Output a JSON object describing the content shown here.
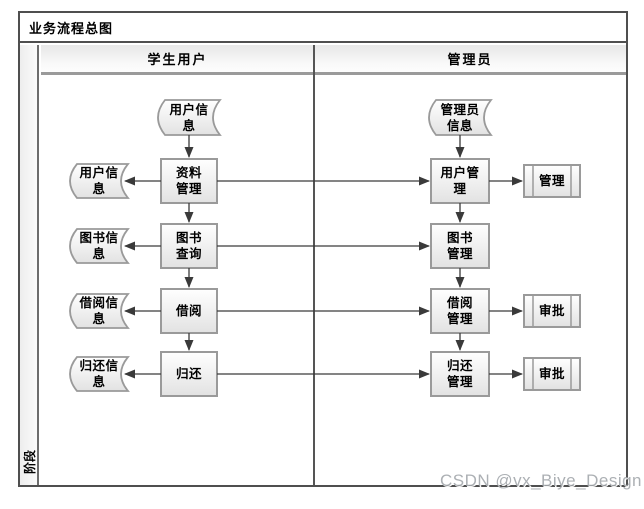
{
  "title": "业务流程总图",
  "phase_label": "阶段",
  "lanes": [
    {
      "label": "学生用户"
    },
    {
      "label": "管理员"
    }
  ],
  "nodes": {
    "d_user_top": {
      "type": "stored-data",
      "label": "用户信\n息"
    },
    "d_admin_top": {
      "type": "stored-data",
      "label": "管理员\n信息"
    },
    "d_user_left": {
      "type": "stored-data",
      "label": "用户信\n息"
    },
    "d_book_left": {
      "type": "stored-data",
      "label": "图书信\n息"
    },
    "d_borrow_left": {
      "type": "stored-data",
      "label": "借阅信\n息"
    },
    "d_return_left": {
      "type": "stored-data",
      "label": "归还信\n息"
    },
    "p_profile": {
      "type": "process",
      "label": "资料\n管理"
    },
    "p_book_query": {
      "type": "process",
      "label": "图书\n查询"
    },
    "p_borrow": {
      "type": "process",
      "label": "借阅"
    },
    "p_return": {
      "type": "process",
      "label": "归还"
    },
    "p_user_mgmt": {
      "type": "process",
      "label": "用户管\n理"
    },
    "p_book_mgmt": {
      "type": "process",
      "label": "图书\n管理"
    },
    "p_borrow_mgmt": {
      "type": "process",
      "label": "借阅\n管理"
    },
    "p_return_mgmt": {
      "type": "process",
      "label": "归还\n管理"
    },
    "s_manage": {
      "type": "predefined-process",
      "label": "管理"
    },
    "s_approve_1": {
      "type": "predefined-process",
      "label": "审批"
    },
    "s_approve_2": {
      "type": "predefined-process",
      "label": "审批"
    }
  },
  "edges": [
    {
      "from": "d_user_top",
      "to": "p_profile"
    },
    {
      "from": "d_admin_top",
      "to": "p_user_mgmt"
    },
    {
      "from": "p_profile",
      "to": "d_user_left"
    },
    {
      "from": "p_profile",
      "to": "p_book_query"
    },
    {
      "from": "p_profile",
      "to": "p_user_mgmt"
    },
    {
      "from": "p_book_query",
      "to": "d_book_left"
    },
    {
      "from": "p_book_query",
      "to": "p_borrow"
    },
    {
      "from": "p_book_query",
      "to": "p_book_mgmt"
    },
    {
      "from": "p_borrow",
      "to": "d_borrow_left"
    },
    {
      "from": "p_borrow",
      "to": "p_return"
    },
    {
      "from": "p_borrow",
      "to": "p_borrow_mgmt"
    },
    {
      "from": "p_return",
      "to": "d_return_left"
    },
    {
      "from": "p_return",
      "to": "p_return_mgmt"
    },
    {
      "from": "p_user_mgmt",
      "to": "s_manage"
    },
    {
      "from": "p_user_mgmt",
      "to": "p_book_mgmt"
    },
    {
      "from": "p_book_mgmt",
      "to": "p_borrow_mgmt"
    },
    {
      "from": "p_borrow_mgmt",
      "to": "s_approve_1"
    },
    {
      "from": "p_borrow_mgmt",
      "to": "p_return_mgmt"
    },
    {
      "from": "p_return_mgmt",
      "to": "s_approve_2"
    }
  ],
  "watermark": "CSDN @vx_Biye_Design",
  "colors": {
    "frame_border": "#4f4f4f",
    "shape_border": "#9a9a9a",
    "arrow": "#3a3a3a",
    "lane_header_fill": "#e7e7e7",
    "watermark_text": "#9ea2a7"
  }
}
